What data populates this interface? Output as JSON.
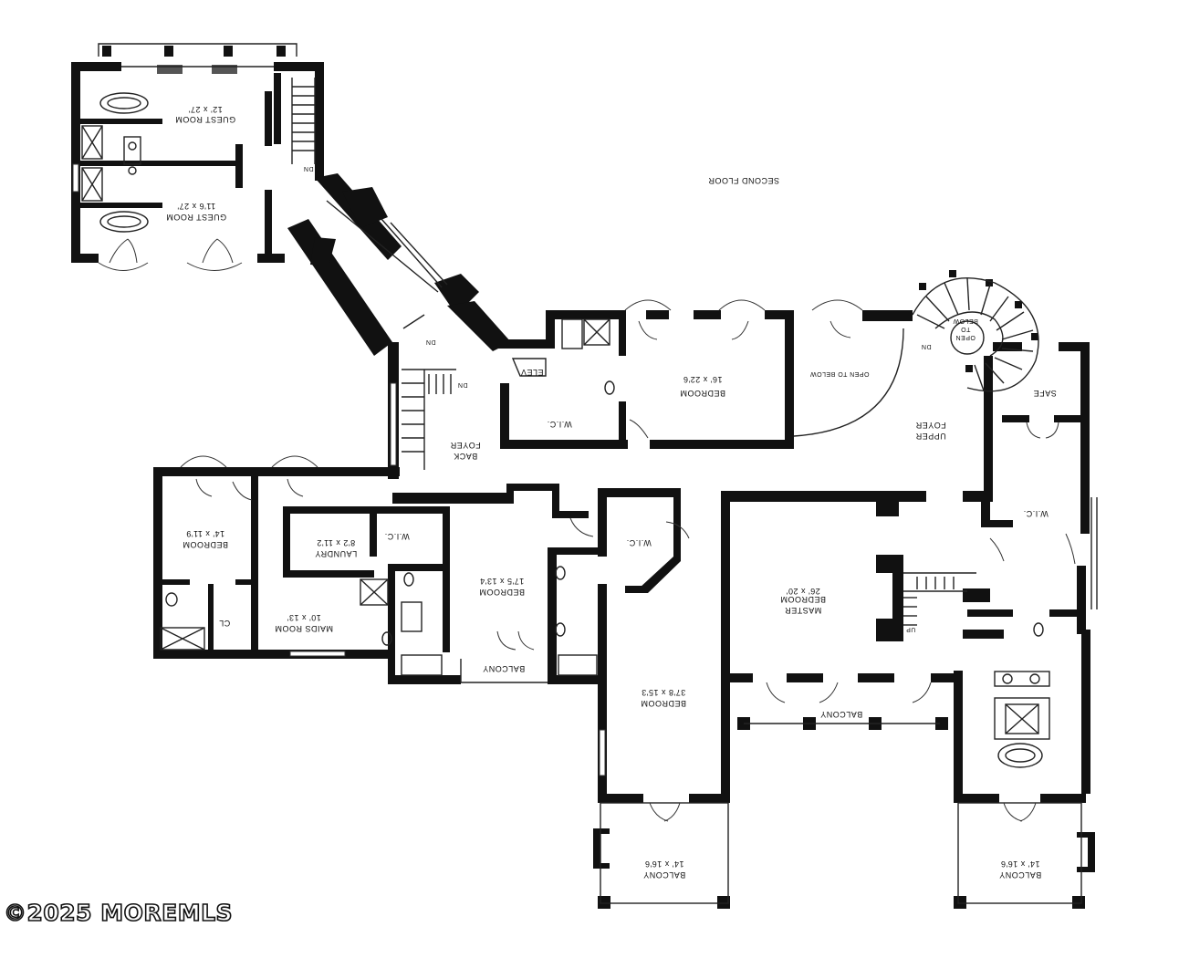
{
  "title": "SECOND FLOOR",
  "watermark": "©2025 MOREMLS",
  "rooms": {
    "guest_room_1": {
      "name": "GUEST ROOM",
      "size": "12' x 27'"
    },
    "guest_room_2": {
      "name": "GUEST ROOM",
      "size": "11'6 x 27'"
    },
    "bedroom_upper": {
      "name": "BEDROOM",
      "size": "16' x 22'6"
    },
    "open_to_below_1": {
      "name": "OPEN TO BELOW"
    },
    "stair_open": {
      "name": "OPEN\nTO\nBELOW"
    },
    "upper_foyer": {
      "name": "UPPER\nFOYER"
    },
    "safe": {
      "name": "SAFE"
    },
    "elev": {
      "name": "ELEV"
    },
    "wic_1": {
      "name": "W.I.C."
    },
    "back_foyer": {
      "name": "BACK\nFOYER"
    },
    "bedroom_left": {
      "name": "BEDROOM",
      "size": "14' x 11'9"
    },
    "laundry": {
      "name": "LAUNDRY",
      "size": "8'2 x 11'2"
    },
    "wic_2": {
      "name": "W.I.C."
    },
    "maids_room": {
      "name": "MAIDS ROOM",
      "size": "10' x 13'"
    },
    "cl": {
      "name": "CL"
    },
    "bedroom_mid": {
      "name": "BEDROOM",
      "size": "17'5 x 13'4"
    },
    "balcony_mid": {
      "name": "BALCONY"
    },
    "wic_3": {
      "name": "W.I.C."
    },
    "bedroom_long": {
      "name": "BEDROOM",
      "size": "37'8 x 15'3"
    },
    "master": {
      "name": "MASTER\nBEDROOM",
      "size": "26' x 20'"
    },
    "wic_master": {
      "name": "W.I.C."
    },
    "balcony_master": {
      "name": "BALCONY"
    },
    "balcony_bl": {
      "name": "BALCONY",
      "size": "14' x 16'6"
    },
    "balcony_br": {
      "name": "BALCONY",
      "size": "14' x 16'6"
    }
  },
  "stair_marks": {
    "dn": "DN",
    "up": "UP"
  }
}
